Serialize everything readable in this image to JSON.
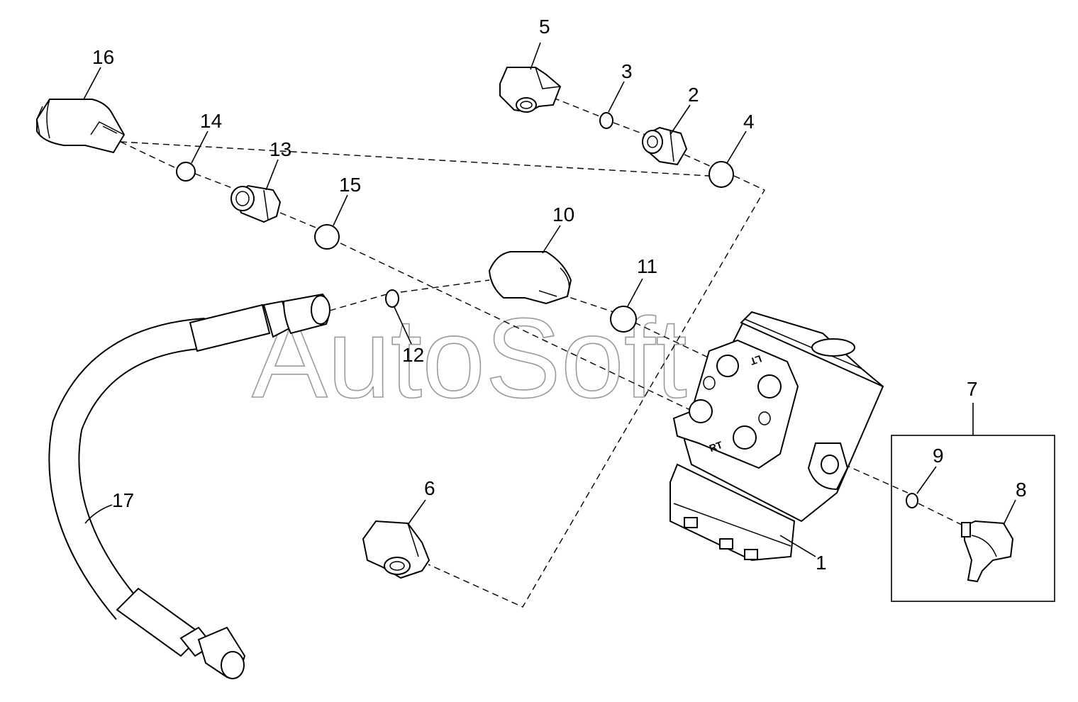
{
  "watermark": "AutoSoft",
  "callouts": [
    {
      "id": "1",
      "label": "1"
    },
    {
      "id": "2",
      "label": "2"
    },
    {
      "id": "3",
      "label": "3"
    },
    {
      "id": "4",
      "label": "4"
    },
    {
      "id": "5",
      "label": "5"
    },
    {
      "id": "6",
      "label": "6"
    },
    {
      "id": "7",
      "label": "7"
    },
    {
      "id": "8",
      "label": "8"
    },
    {
      "id": "9",
      "label": "9"
    },
    {
      "id": "10",
      "label": "10"
    },
    {
      "id": "11",
      "label": "11"
    },
    {
      "id": "12",
      "label": "12"
    },
    {
      "id": "13",
      "label": "13"
    },
    {
      "id": "14",
      "label": "14"
    },
    {
      "id": "15",
      "label": "15"
    },
    {
      "id": "16",
      "label": "16"
    },
    {
      "id": "17",
      "label": "17"
    }
  ],
  "port_marks": {
    "lt": "LT",
    "rt": "RT"
  }
}
